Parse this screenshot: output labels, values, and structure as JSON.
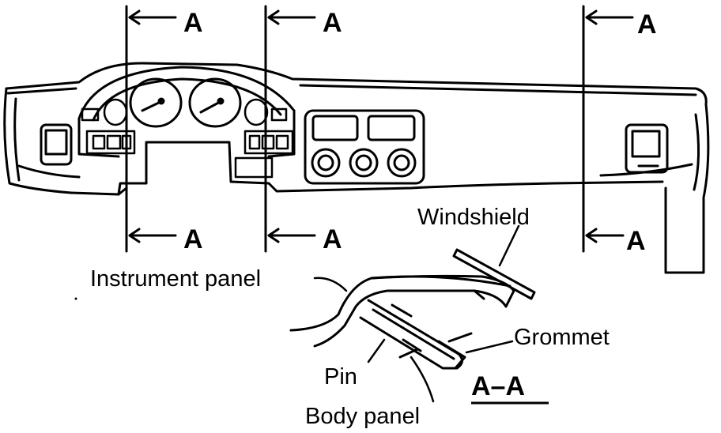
{
  "section_marks": {
    "top_left": "A",
    "top_mid": "A",
    "top_right": "A",
    "bot_left": "A",
    "bot_mid": "A",
    "bot_right": "A"
  },
  "labels": {
    "windshield": "Windshield",
    "instrument_panel": "Instrument panel",
    "grommet": "Grommet",
    "pin": "Pin",
    "body_panel": "Body panel",
    "section_title": "A–A"
  },
  "colors": {
    "ink": "#000000",
    "paper": "#ffffff"
  }
}
